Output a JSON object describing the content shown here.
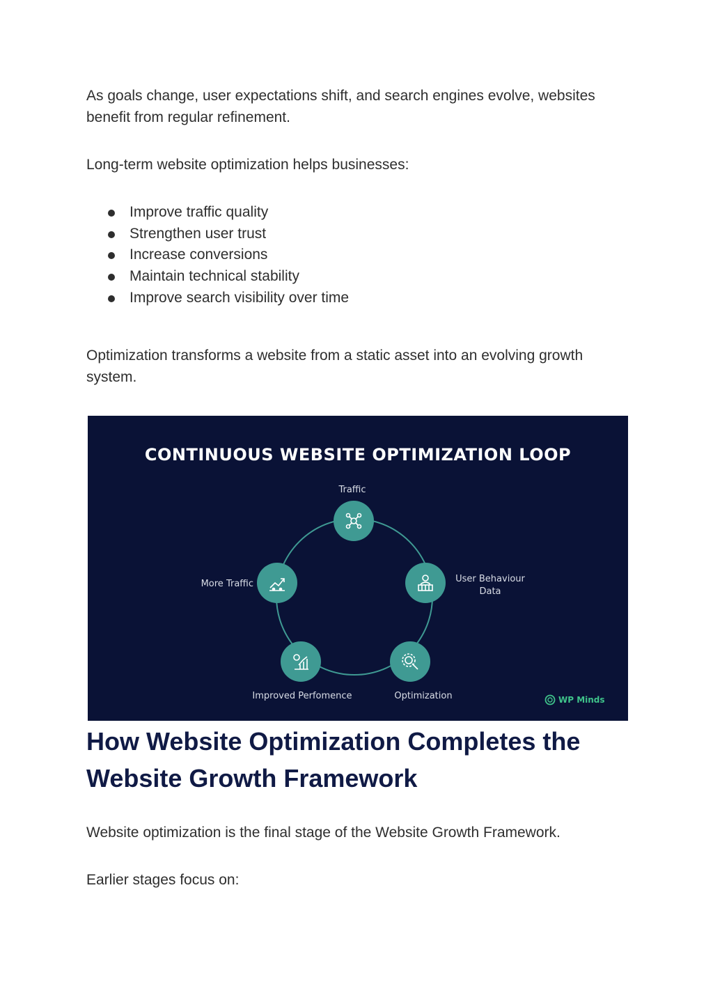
{
  "intro": {
    "p1": "As goals change, user expectations shift, and search engines evolve, websites benefit from regular refinement.",
    "p2": "Long-term website optimization helps businesses:"
  },
  "benefits": [
    "Improve traffic quality",
    "Strengthen user trust",
    "Increase conversions",
    "Maintain technical stability",
    "Improve search visibility over time"
  ],
  "p3": "Optimization transforms a website from a static asset into an evolving growth system.",
  "figure": {
    "title": "CONTINUOUS WEBSITE OPTIMIZATION LOOP",
    "nodes": {
      "traffic": "Traffic",
      "user_behaviour": "User Behaviour",
      "user_behaviour_2": "Data",
      "optimization": "Optimization",
      "improved": "Improved Perfomence",
      "more_traffic": "More Traffic"
    },
    "brand": "WP Minds",
    "colors": {
      "background": "#0a1236",
      "node": "#3f9a93",
      "ring": "#3f9a93",
      "brand": "#3fc38a"
    }
  },
  "section": {
    "heading": "How Website Optimization Completes the Website Growth Framework",
    "p1": "Website optimization is the final stage of the Website Growth Framework.",
    "p2": "Earlier stages focus on:"
  }
}
